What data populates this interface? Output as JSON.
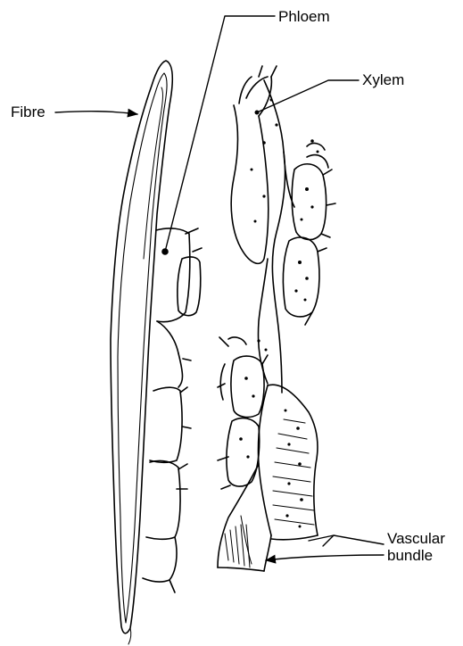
{
  "labels": {
    "phloem": "Phloem",
    "xylem": "Xylem",
    "fibre": "Fibre",
    "vascular_line1": "Vascular",
    "vascular_line2": "bundle"
  },
  "colors": {
    "ink": "#000000",
    "background": "#ffffff"
  }
}
